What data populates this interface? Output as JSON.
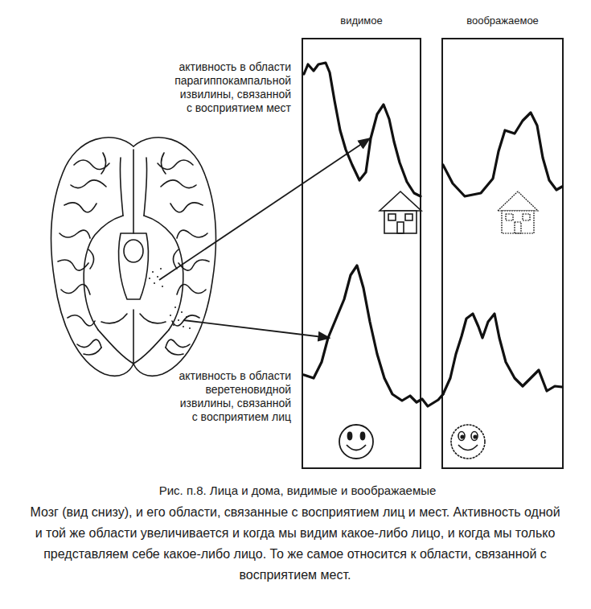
{
  "diagram": {
    "title": "Рис. п.8. Лица и дома, видимые и воображаемые",
    "caption": "Мозг (вид снизу), и его области, связанные с восприятием лиц и мест. Активность одной и той же области увеличивается и когда мы видим какое-либо лицо, и когда мы только представляем себе какое-либо лицо. То же самое относится к области, связанной с восприятием мест.",
    "nodes": [
      {
        "text": [
          "видимое"
        ]
      },
      {
        "text": [
          "воображаемое"
        ]
      }
    ],
    "labels": [
      "активность в области парагиппокампальной извилины, связанной с восприятием мест",
      "активность в области веретеновидной извилины, связанной с восприятием лиц"
    ]
  }
}
